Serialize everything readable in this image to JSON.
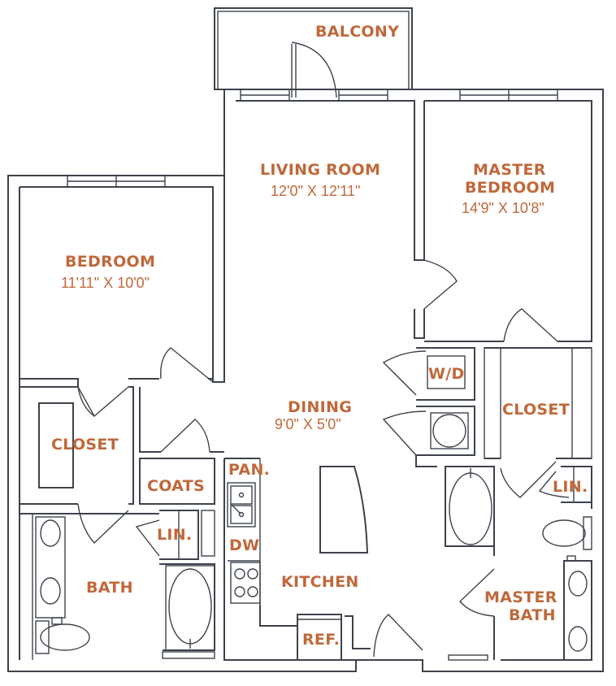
{
  "floor_plan": {
    "accent_color": "#c0683a",
    "wall_color": "#3d434b",
    "rooms": {
      "balcony": {
        "name": "BALCONY"
      },
      "living_room": {
        "name": "LIVING ROOM",
        "dimensions": "12'0\" X 12'11\""
      },
      "master_bedroom": {
        "name_line1": "MASTER",
        "name_line2": "BEDROOM",
        "dimensions": "14'9\" X 10'8\""
      },
      "bedroom": {
        "name": "BEDROOM",
        "dimensions": "11'11\" X 10'0\""
      },
      "dining": {
        "name": "DINING",
        "dimensions": "9'0\" X 5'0\""
      },
      "washer_dryer": {
        "name": "W/D"
      },
      "master_closet": {
        "name": "CLOSET"
      },
      "bedroom_closet": {
        "name": "CLOSET"
      },
      "coats": {
        "name": "COATS"
      },
      "pantry": {
        "name": "PAN."
      },
      "bath_linen": {
        "name": "LIN."
      },
      "master_linen": {
        "name": "LIN."
      },
      "dishwasher": {
        "name": "DW"
      },
      "bath": {
        "name": "BATH"
      },
      "kitchen": {
        "name": "KITCHEN"
      },
      "refrigerator": {
        "name": "REF."
      },
      "master_bath": {
        "name_line1": "MASTER",
        "name_line2": "BATH"
      }
    }
  }
}
